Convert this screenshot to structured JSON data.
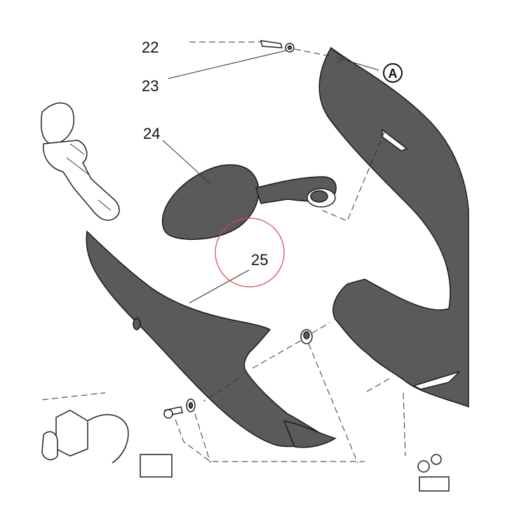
{
  "callouts": [
    {
      "id": "22",
      "label": "22"
    },
    {
      "id": "23",
      "label": "23"
    },
    {
      "id": "24",
      "label": "24"
    },
    {
      "id": "25",
      "label": "25"
    }
  ],
  "reference_marker": {
    "letter": "A"
  },
  "colors": {
    "part_fill": "#5a5a5a",
    "highlight_circle": "#d9434a",
    "line": "#333333"
  }
}
